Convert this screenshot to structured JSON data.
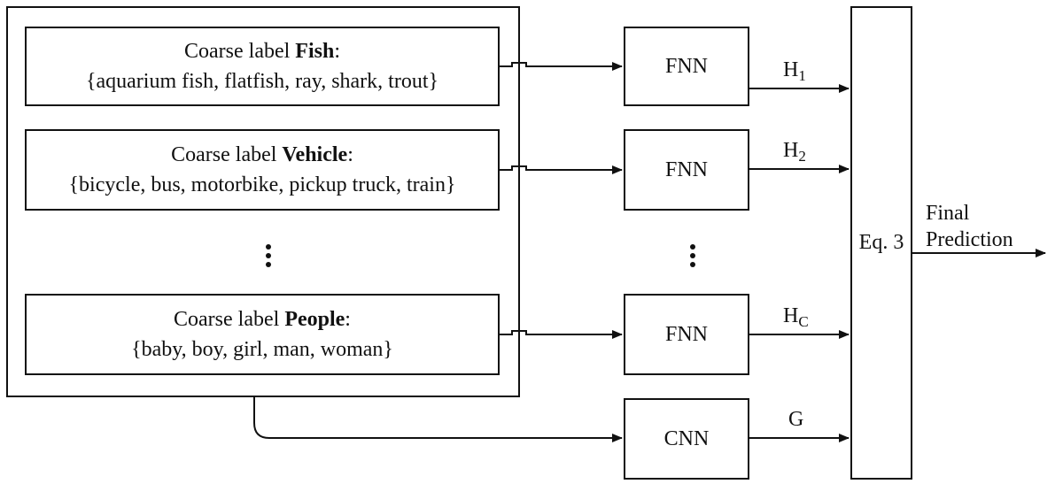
{
  "coarse_labels": [
    {
      "prefix": "Coarse label ",
      "name": "Fish",
      "suffix": ":",
      "members": "{aquarium fish, flatfish, ray, shark, trout}"
    },
    {
      "prefix": "Coarse label ",
      "name": "Vehicle",
      "suffix": ":",
      "members": "{bicycle, bus, motorbike, pickup truck, train}"
    },
    {
      "prefix": "Coarse label ",
      "name": "People",
      "suffix": ":",
      "members": "{baby, boy, girl, man, woman}"
    }
  ],
  "networks": {
    "fnn": "FNN",
    "cnn": "CNN"
  },
  "outputs": {
    "h1": {
      "base": "H",
      "sub": "1"
    },
    "h2": {
      "base": "H",
      "sub": "2"
    },
    "hc": {
      "base": "H",
      "sub": "C"
    },
    "g": "G"
  },
  "combiner": "Eq. 3",
  "final": {
    "line1": "Final",
    "line2": "Prediction"
  }
}
